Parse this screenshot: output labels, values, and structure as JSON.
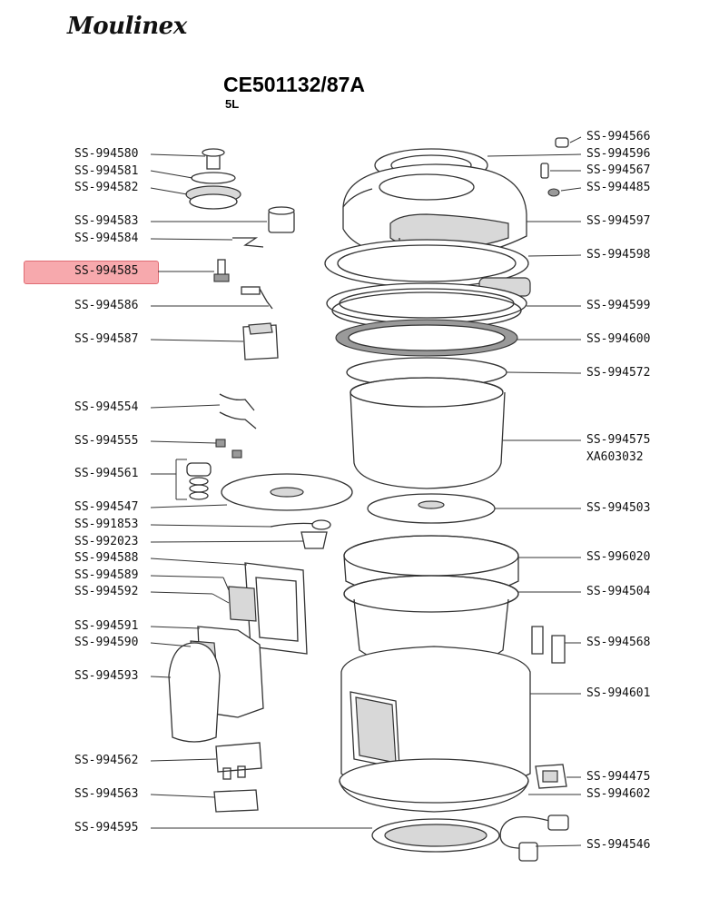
{
  "brand": "Moulinex",
  "model": "CE501132/87A",
  "capacity": "5L",
  "highlighted_part": "SS-994585",
  "colors": {
    "highlight": "#f7a9ad",
    "highlight_border": "#e06c73",
    "line": "#333333"
  },
  "left_labels": [
    "SS-994580",
    "SS-994581",
    "SS-994582",
    "SS-994583",
    "SS-994584",
    "SS-994585",
    "SS-994586",
    "SS-994587",
    "SS-994554",
    "SS-994555",
    "SS-994561",
    "SS-994547",
    "SS-991853",
    "SS-992023",
    "SS-994588",
    "SS-994589",
    "SS-994592",
    "SS-994591",
    "SS-994590",
    "SS-994593",
    "SS-994562",
    "SS-994563",
    "SS-994595"
  ],
  "right_labels": [
    "SS-994566",
    "SS-994596",
    "SS-994567",
    "SS-994485",
    "SS-994597",
    "SS-994598",
    "SS-994599",
    "SS-994600",
    "SS-994572",
    "SS-994575",
    "XA603032",
    "SS-994503",
    "SS-996020",
    "SS-994504",
    "SS-994568",
    "SS-994601",
    "SS-994475",
    "SS-994602",
    "SS-994546"
  ]
}
